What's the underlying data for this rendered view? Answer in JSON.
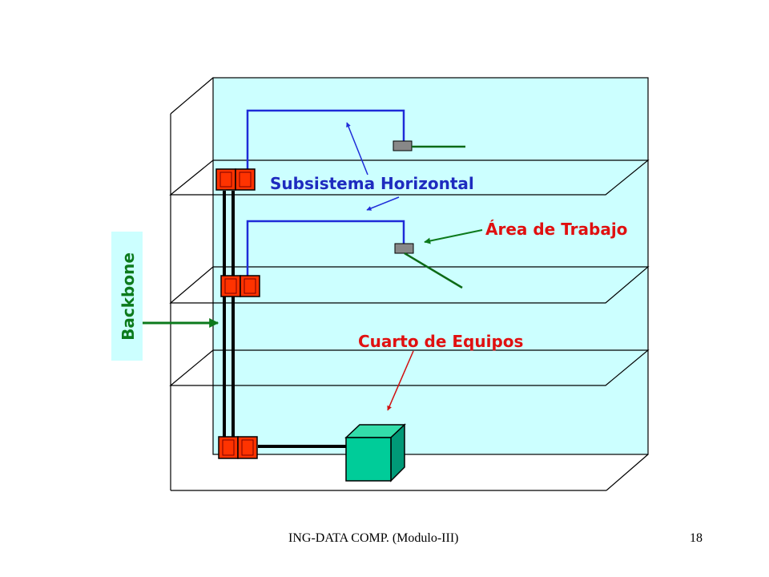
{
  "labels": {
    "horizontal": "Subsistema Horizontal",
    "work_area": "Área de Trabajo",
    "equipment_room": "Cuarto de Equipos",
    "backbone": "Backbone"
  },
  "footer": {
    "text": "ING-DATA COMP.  (Modulo-III)",
    "page": "18"
  },
  "colors": {
    "panel_fill": "#ccffff",
    "horizontal_label": "#1e2bbf",
    "work_area_label": "#e01010",
    "equipment_room_label": "#e01010",
    "backbone_label": "#0c7a1c",
    "backbone_box": "#ccffff",
    "patch_panel": "#ff3300",
    "equipment_box": "#00cc99",
    "outlet": "#888888"
  }
}
